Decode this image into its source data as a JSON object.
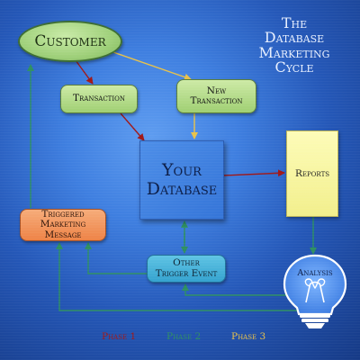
{
  "title": [
    "The",
    "Database",
    "Marketing",
    "Cycle"
  ],
  "nodes": {
    "customer": "Customer",
    "transaction": "Transaction",
    "new_transaction": [
      "New",
      "Transaction"
    ],
    "database": [
      "Your",
      "Database"
    ],
    "reports": "Reports",
    "triggered_message": [
      "Triggered",
      "Marketing",
      "Message"
    ],
    "other_trigger": [
      "Other",
      "Trigger Event"
    ],
    "analysis": "Analysis"
  },
  "legend": [
    {
      "label": "Phase 1",
      "color": "#a01818"
    },
    {
      "label": "Phase 2",
      "color": "#2e8f62"
    },
    {
      "label": "Phase 3",
      "color": "#e8c24a"
    }
  ],
  "colors": {
    "phase1": "#a01818",
    "phase2": "#2e8f62",
    "phase3": "#e8c24a"
  }
}
